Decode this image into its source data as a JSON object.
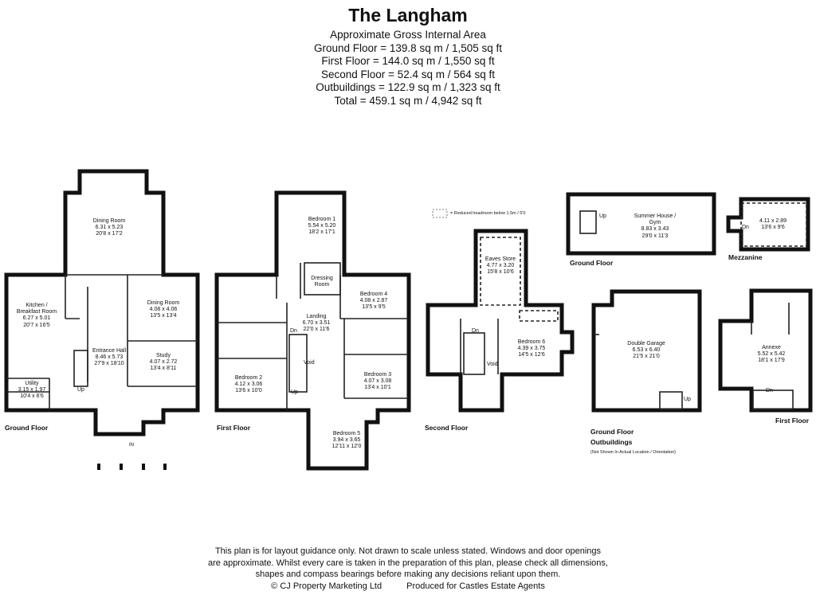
{
  "title": "The Langham",
  "areas": [
    "Approximate Gross Internal Area",
    "Ground Floor = 139.8 sq m / 1,505 sq ft",
    "First Floor = 144.0 sq m / 1,550 sq ft",
    "Second Floor = 52.4 sq m / 564 sq ft",
    "Outbuildings = 122.9 sq m / 1,323 sq ft",
    "Total = 459.1 sq m / 4,942 sq ft"
  ],
  "ground_floor": {
    "label": "Ground Floor",
    "rooms": {
      "dining1": [
        "Dining Room",
        "6.31 x 5.23",
        "20'8 x 17'2"
      ],
      "kitchen": [
        "Kitchen /",
        "Breakfast Room",
        "6.27 x 5.01",
        "20'7 x 16'5"
      ],
      "dining2": [
        "Dining Room",
        "4.08 x 4.06",
        "13'5 x 13'4"
      ],
      "hall": [
        "Entrance Hall",
        "8.46 x 5.73",
        "27'9 x 18'10"
      ],
      "study": [
        "Study",
        "4.07 x 2.72",
        "13'4 x 8'11"
      ],
      "utility": [
        "Utility",
        "3.15 x 1.97",
        "10'4 x 6'6"
      ]
    },
    "up": "Up",
    "in": "IN"
  },
  "first_floor": {
    "label": "First Floor",
    "rooms": {
      "bed1": [
        "Bedroom 1",
        "5.54 x 5.20",
        "18'2 x 17'1"
      ],
      "dressing": [
        "Dressing",
        "Room"
      ],
      "bed4": [
        "Bedroom 4",
        "4.08 x 2.87",
        "13'5 x 9'5"
      ],
      "landing": [
        "Landing",
        "6.70 x 3.51",
        "22'0 x 11'6"
      ],
      "bed2": [
        "Bedroom 2",
        "4.12 x 3.06",
        "13'6 x 10'0"
      ],
      "bed3": [
        "Bedroom 3",
        "4.07 x 3.08",
        "13'4 x 10'1"
      ],
      "bed5": [
        "Bedroom 5",
        "3.94 x 3.65",
        "12'11 x 12'0"
      ]
    },
    "dn": "Dn",
    "up": "Up",
    "void": "Void"
  },
  "second_floor": {
    "label": "Second Floor",
    "legend": "= Reduced headroom below 1.5m / 5'0",
    "rooms": {
      "eaves": [
        "Eaves Store",
        "4.77 x 3.20",
        "15'8 x 10'6"
      ],
      "bed6": [
        "Bedroom 6",
        "4.39 x 3.75",
        "14'5 x 12'6"
      ]
    },
    "dn": "Dn",
    "void": "Void"
  },
  "outbuildings": {
    "summer": [
      "Summer House /",
      "Gym",
      "8.83 x 3.43",
      "29'0 x 11'3"
    ],
    "mezz": [
      "4.11 x 2.89",
      "13'6 x 9'6"
    ],
    "garage": [
      "Double Garage",
      "6.53 x 6.40",
      "21'5 x 21'0"
    ],
    "annexe": [
      "Annexe",
      "5.52 x 5.42",
      "18'1 x 17'9"
    ],
    "up": "Up",
    "dn": "Dn",
    "label_ground_top": "Ground Floor",
    "label_mezz": "Mezzanine",
    "label_ground_bottom": "Ground Floor",
    "label_outbuildings": "Outbuildings",
    "label_note": "(Not Shown In Actual Location / Orientation)",
    "label_first": "First Floor"
  },
  "disclaimer": [
    "This plan is for layout guidance only. Not drawn to scale unless stated. Windows and door openings",
    "are approximate. Whilst every care is taken in the preparation of this plan, please check all dimensions,",
    "shapes and compass bearings before making any decisions reliant upon them."
  ],
  "credit_left": "© CJ Property Marketing Ltd",
  "credit_right": "Produced for Castles Estate Agents"
}
